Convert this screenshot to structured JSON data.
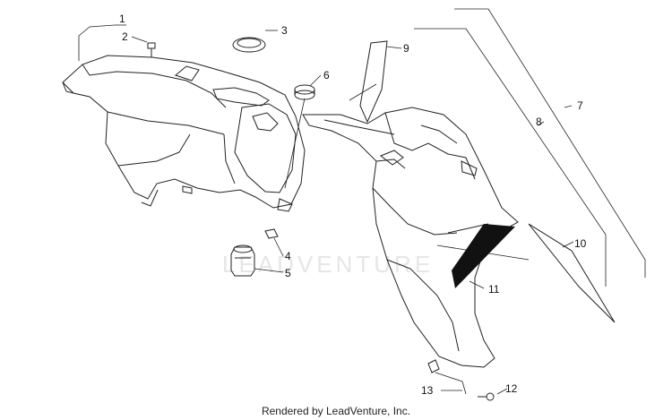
{
  "watermark": "LEADVENTURE",
  "footer": "Rendered by LeadVenture, Inc.",
  "callouts": [
    {
      "id": "1",
      "label": "1"
    },
    {
      "id": "2",
      "label": "2"
    },
    {
      "id": "3",
      "label": "3"
    },
    {
      "id": "4",
      "label": "4"
    },
    {
      "id": "5",
      "label": "5"
    },
    {
      "id": "6",
      "label": "6"
    },
    {
      "id": "7",
      "label": "7"
    },
    {
      "id": "8",
      "label": "8"
    },
    {
      "id": "9",
      "label": "9"
    },
    {
      "id": "10",
      "label": "10"
    },
    {
      "id": "11",
      "label": "11"
    },
    {
      "id": "12",
      "label": "12"
    },
    {
      "id": "13",
      "label": "13"
    }
  ],
  "colors": {
    "line": "#222222",
    "stripe": "#111111",
    "watermark": "#e6e6e6"
  }
}
